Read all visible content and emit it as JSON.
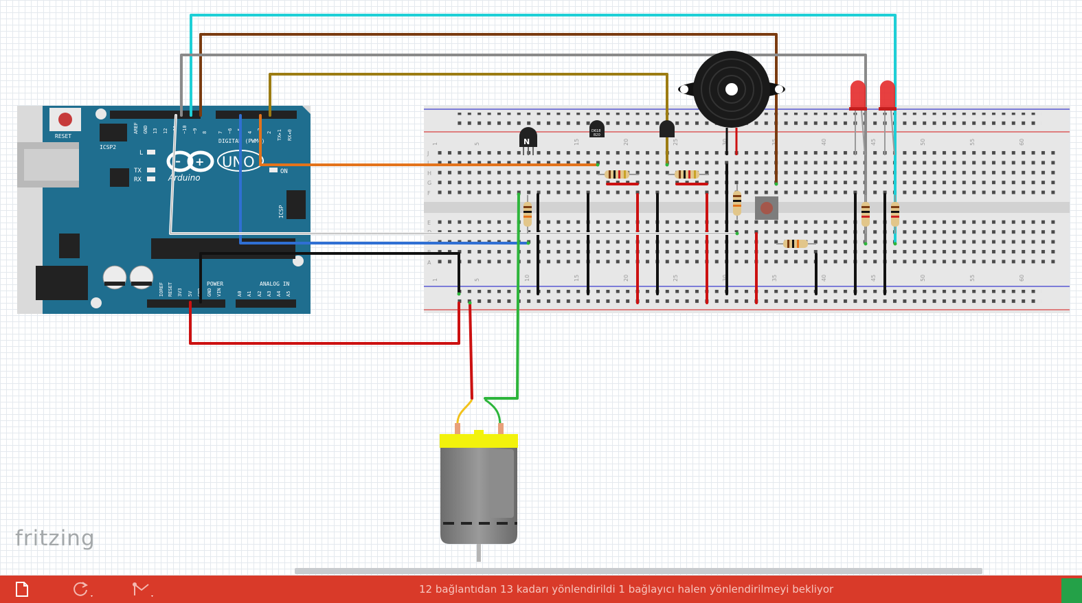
{
  "app": {
    "logo": "fritzing"
  },
  "arduino": {
    "reset_label": "RESET",
    "icsp2_label": "ICSP2",
    "icsp_label": "ICSP",
    "brand": "Arduino",
    "model": "UNO",
    "digital_label": "DIGITAL (PWM~)",
    "power_label": "POWER",
    "analog_label": "ANALOG IN",
    "led_l": "L",
    "led_tx": "TX",
    "led_rx": "RX",
    "led_on": "ON",
    "header_top": [
      "AREF",
      "GND",
      "13",
      "12",
      "~11",
      "~10",
      "~9",
      "8",
      "7",
      "~6",
      "~5",
      "4",
      "~3",
      "2",
      "TX▸1",
      "RX◂0"
    ],
    "header_power": [
      "IOREF",
      "RESET",
      "3V3",
      "5V",
      "GND",
      "GND",
      "VIN"
    ],
    "header_analog": [
      "A0",
      "A1",
      "A2",
      "A3",
      "A4",
      "A5"
    ]
  },
  "breadboard": {
    "column_numbers": [
      "1",
      "5",
      "10",
      "15",
      "20",
      "25",
      "30",
      "35",
      "40",
      "45",
      "50",
      "55",
      "60"
    ],
    "row_letters_top": [
      "J",
      "I",
      "H",
      "G",
      "F"
    ],
    "row_letters_bottom": [
      "E",
      "D",
      "C",
      "B",
      "A"
    ]
  },
  "components": {
    "transistor_n_label": "N",
    "transistor_code_1": "D618",
    "transistor_code_2": "B20"
  },
  "toolbar": {
    "new_icon": "new-sketch-icon",
    "autoroute_icon": "autoroute-icon",
    "share_icon": "export-icon"
  },
  "status": {
    "text": "12 bağlantıdan 13 kadarı yönlendirildi 1 bağlayıcı halen yönlendirilmeyi bekliyor"
  },
  "colors": {
    "arduino_blue": "#1f6e8f",
    "status_bar": "#d93a29",
    "breadboard": "#e7e7e7",
    "wire_cyan": "#1ecfd6",
    "wire_brown": "#7a3b10",
    "wire_gray": "#8a8a8a",
    "wire_olive": "#9c7c13",
    "wire_orange": "#e3731b",
    "wire_blue": "#2f6fd3",
    "wire_red": "#cc1111",
    "wire_green": "#2db53b"
  }
}
